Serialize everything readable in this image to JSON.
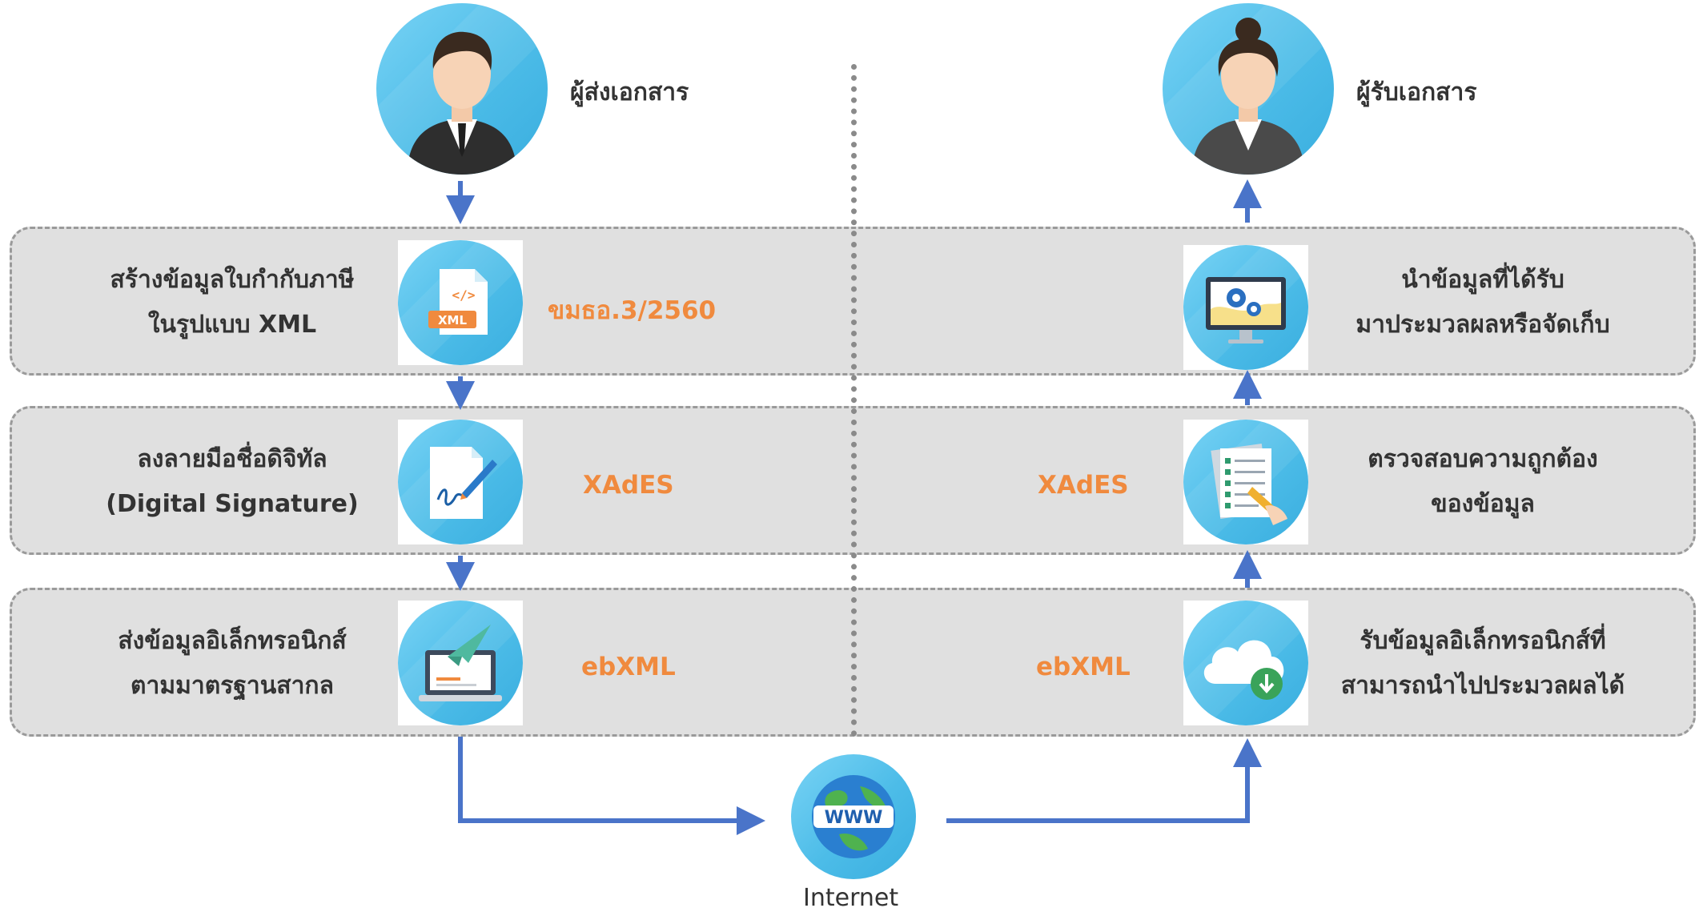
{
  "sender": {
    "role": "ผู้ส่งเอกสาร",
    "steps": [
      {
        "line1": "สร้างข้อมูลใบกำกับภาษี",
        "line2": "ในรูปแบบ XML",
        "standard": "ขมธอ.3/2560",
        "icon": "xml-file-icon",
        "icon_text": "XML"
      },
      {
        "line1": "ลงลายมือชื่อดิจิทัล",
        "line2": "(Digital Signature)",
        "standard": "XAdES",
        "icon": "signature-pen-icon"
      },
      {
        "line1": "ส่งข้อมูลอิเล็กทรอนิกส์",
        "line2": "ตามมาตรฐานสากล",
        "standard": "ebXML",
        "icon": "laptop-send-icon"
      }
    ]
  },
  "receiver": {
    "role": "ผู้รับเอกสาร",
    "steps": [
      {
        "line1": "นำข้อมูลที่ได้รับ",
        "line2": "มาประมวลผลหรือจัดเก็บ",
        "icon": "monitor-gears-icon"
      },
      {
        "line1": "ตรวจสอบความถูกต้อง",
        "line2": "ของข้อมูล",
        "standard": "XAdES",
        "icon": "checklist-icon"
      },
      {
        "line1": "รับข้อมูลอิเล็กทรอนิกส์ที่",
        "line2": "สามารถนำไปประมวลผลได้",
        "standard": "ebXML",
        "icon": "cloud-download-icon"
      }
    ]
  },
  "internet": {
    "label": "Internet",
    "icon": "globe-www-icon",
    "icon_text": "WWW"
  },
  "colors": {
    "accent": "#f08a3e",
    "arrow": "#4a74c9",
    "band": "#e0e0e0",
    "circle": "#4cbce8"
  }
}
